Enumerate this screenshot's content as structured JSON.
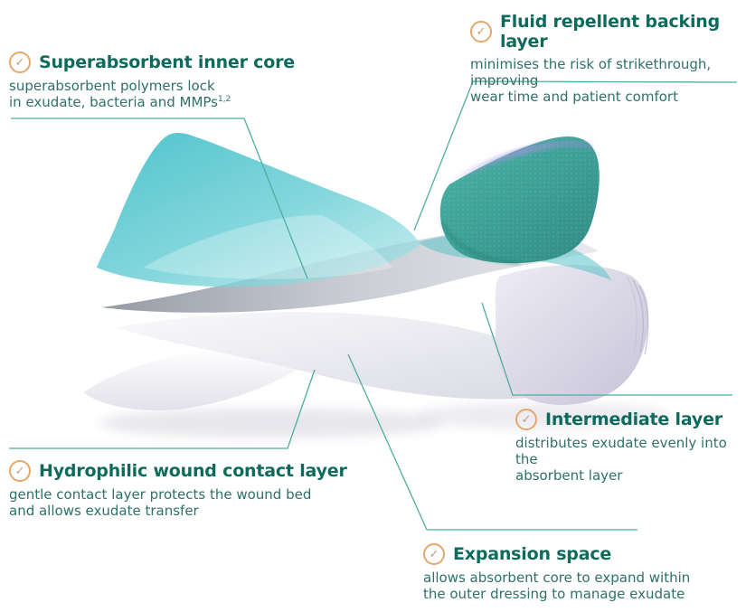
{
  "icons": {
    "check_glyph": "✓"
  },
  "colors": {
    "heading_text": "#0E6B5C",
    "body_text": "#2E7168",
    "leader_line": "#4FAE9F",
    "icon_ring": "#E4A76C",
    "icon_check": "#BE9E82",
    "core_teal": "#4FC0C9",
    "backing_teal": "#3A9C92",
    "backing_sheen": "#9A96D8",
    "sheet_gray": "#9AA0A8",
    "pad_lavender": "#C9C5DA"
  },
  "callouts": [
    {
      "id": "superabsorbent-inner-core",
      "title": "Superabsorbent inner core",
      "lines": [
        "superabsorbent polymers lock",
        "in exudate, bacteria and MMPs"
      ],
      "superscript": "1,2"
    },
    {
      "id": "fluid-repellent-backing-layer",
      "title": "Fluid repellent backing layer",
      "lines": [
        "minimises the risk of strikethrough, improving",
        "wear time and patient comfort"
      ],
      "superscript": ""
    },
    {
      "id": "intermediate-layer",
      "title": "Intermediate layer",
      "lines": [
        "distributes exudate evenly into the",
        "absorbent layer"
      ],
      "superscript": ""
    },
    {
      "id": "hydrophilic-wound-contact-layer",
      "title": "Hydrophilic wound contact layer",
      "lines": [
        "gentle contact layer protects the wound bed",
        "and allows exudate transfer"
      ],
      "superscript": ""
    },
    {
      "id": "expansion-space",
      "title": "Expansion space",
      "lines": [
        "allows absorbent core to expand within",
        "the outer dressing to manage exudate"
      ],
      "superscript": ""
    }
  ]
}
